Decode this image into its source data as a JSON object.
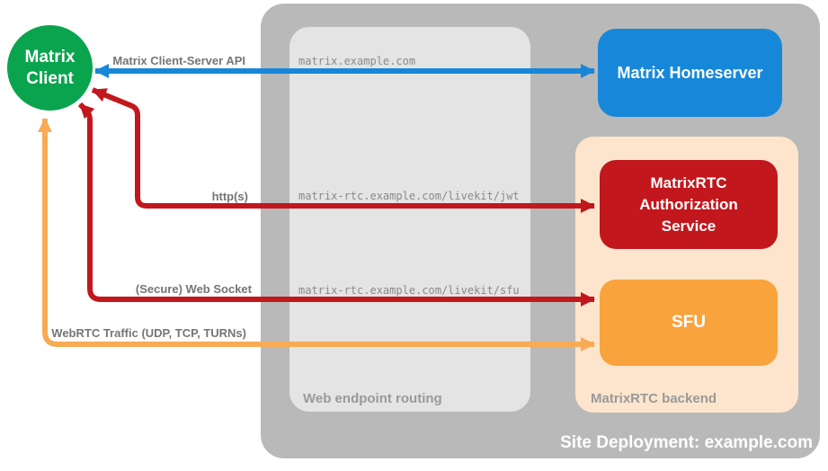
{
  "client": {
    "line1": "Matrix",
    "line2": "Client"
  },
  "homeserver": {
    "label": "Matrix Homeserver"
  },
  "routing": {
    "caption": "Web endpoint routing",
    "endpoints": [
      "matrix.example.com",
      "matrix-rtc.example.com/livekit/jwt",
      "matrix-rtc.example.com/livekit/sfu"
    ]
  },
  "backend": {
    "caption": "MatrixRTC backend",
    "auth_service": "MatrixRTC Authorization Service",
    "sfu": "SFU"
  },
  "site": {
    "caption": "Site Deployment: example.com"
  },
  "arrows": {
    "client_server_api": {
      "label": "Matrix Client-Server API",
      "color": "#1787d9"
    },
    "http": {
      "label": "http(s)",
      "color": "#c2171d"
    },
    "websocket": {
      "label": "(Secure) Web Socket",
      "color": "#c2171d"
    },
    "webrtc": {
      "label": "WebRTC Traffic (UDP, TCP, TURNs)",
      "color": "#f8ab54"
    }
  },
  "colors": {
    "client_green": "#0aa44e",
    "homeserver_blue": "#1787d9",
    "auth_red": "#c2171d",
    "sfu_orange": "#f9a33c",
    "backend_peach": "#fce5cc",
    "site_gray": "#b9b9b9",
    "routing_gray": "#e4e4e4"
  }
}
